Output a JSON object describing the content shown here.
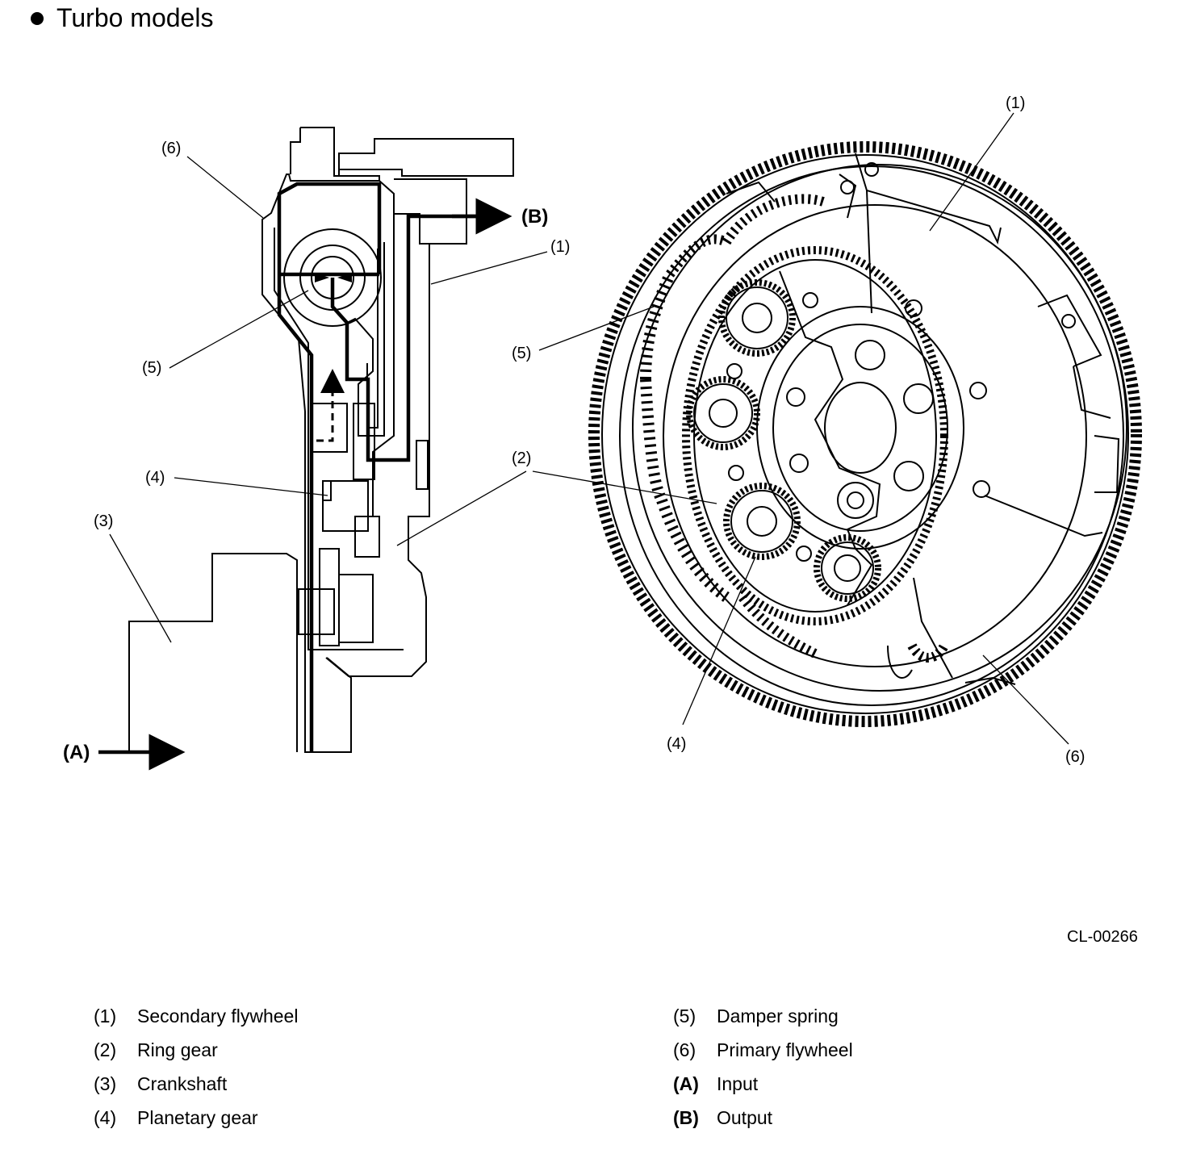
{
  "heading": "Turbo models",
  "figure_code": "CL-00266",
  "callouts": {
    "one": "(1)",
    "two": "(2)",
    "three": "(3)",
    "four": "(4)",
    "five": "(5)",
    "six": "(6)",
    "input": "(A)",
    "output": "(B)"
  },
  "legend": [
    {
      "num": "(1)",
      "label": "Secondary flywheel"
    },
    {
      "num": "(2)",
      "label": "Ring gear"
    },
    {
      "num": "(3)",
      "label": "Crankshaft"
    },
    {
      "num": "(4)",
      "label": "Planetary gear"
    },
    {
      "num": "(5)",
      "label": "Damper spring"
    },
    {
      "num": "(6)",
      "label": "Primary flywheel"
    },
    {
      "num": "(A)",
      "label": "Input"
    },
    {
      "num": "(B)",
      "label": "Output"
    }
  ]
}
